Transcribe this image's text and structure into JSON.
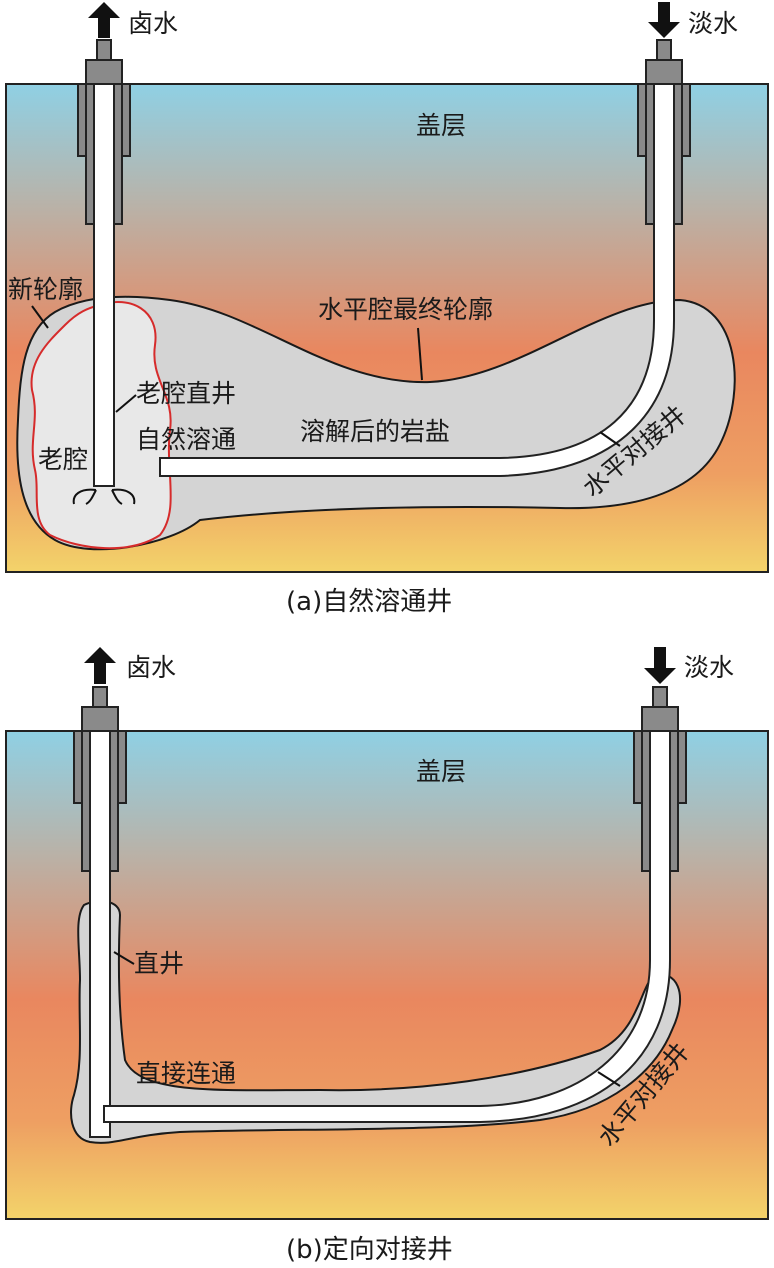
{
  "panel_a": {
    "brine_label": "卤水",
    "fresh_label": "淡水",
    "caprock_label": "盖层",
    "new_contour_label": "新轮廓",
    "final_contour_label": "水平腔最终轮廓",
    "old_well_label": "老腔直井",
    "natural_link_label": "自然溶通",
    "dissolved_salt_label": "溶解后的岩盐",
    "old_cavity_label": "老腔",
    "horizontal_well_label": "水平对接井",
    "caption": "(a)自然溶通井"
  },
  "panel_b": {
    "brine_label": "卤水",
    "fresh_label": "淡水",
    "caprock_label": "盖层",
    "vertical_well_label": "直井",
    "direct_link_label": "直接连通",
    "horizontal_well_label": "水平对接井",
    "caption": "(b)定向对接井"
  },
  "colors": {
    "sky_top": "#8ecfe3",
    "mid": "#e8845e",
    "bottom": "#f2cf66",
    "cavity": "#d4d4d4",
    "old_cavity": "#e6e6e6",
    "contour_red": "#d62b2b",
    "casing": "#8a8a8a"
  }
}
